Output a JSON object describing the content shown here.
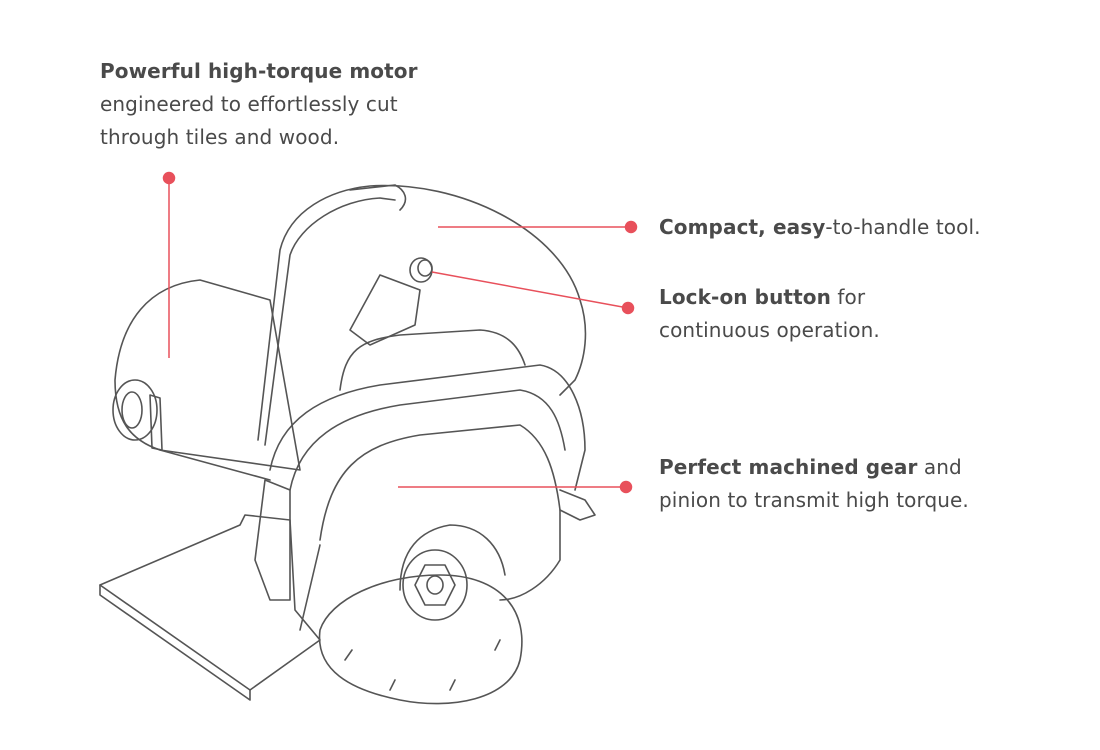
{
  "colors": {
    "accent": "#e8505b",
    "text": "#4a4a4a",
    "outline": "#555555"
  },
  "callouts": [
    {
      "bold": "Powerful high-torque motor",
      "rest": "",
      "line2": "engineered to effortlessly cut",
      "line3": "through tiles and wood."
    },
    {
      "bold": "Compact, easy",
      "rest": "-to-handle tool."
    },
    {
      "bold": "Lock-on button",
      "rest": " for",
      "line2": "continuous operation."
    },
    {
      "bold": "Perfect machined gear",
      "rest": " and",
      "line2": "pinion to transmit high torque."
    }
  ]
}
